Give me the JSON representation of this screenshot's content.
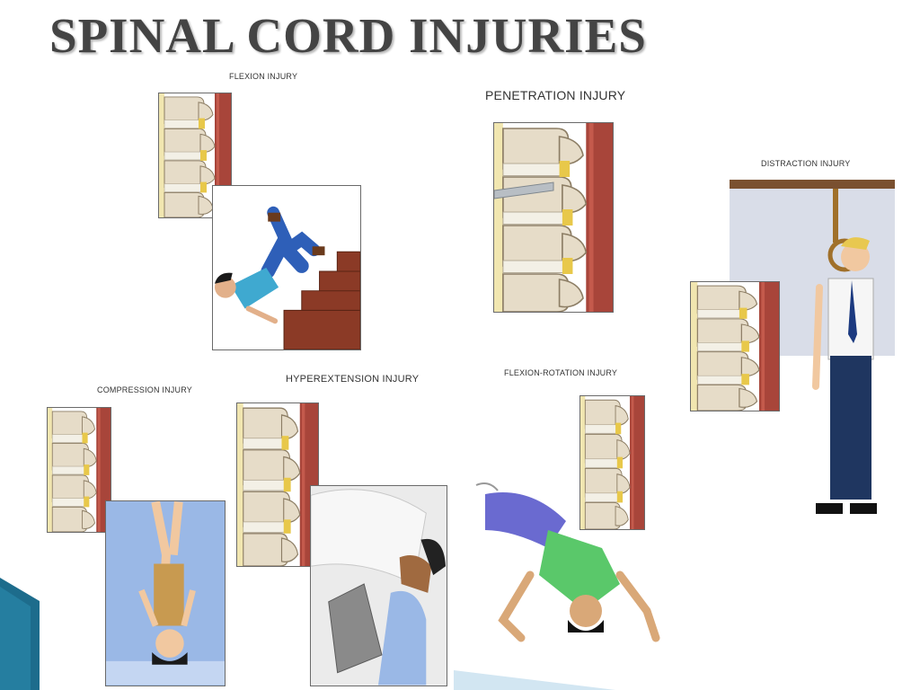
{
  "slide": {
    "title": "SPINAL CORD INJURIES"
  },
  "labels": {
    "flexion": "FLEXION INJURY",
    "penetration": "PENETRATION INJURY",
    "distraction": "DISTRACTION INJURY",
    "compression": "COMPRESSION INJURY",
    "hyperextension": "HYPEREXTENSION INJURY",
    "flexion_rotation": "FLEXION-ROTATION INJURY"
  },
  "colors": {
    "title": "#444444",
    "bone": "#e6dcc8",
    "disc": "#f3f0e6",
    "ligament": "#e8c84a",
    "muscle": "#a8453a",
    "accent_blue": "#1d6c8c"
  }
}
